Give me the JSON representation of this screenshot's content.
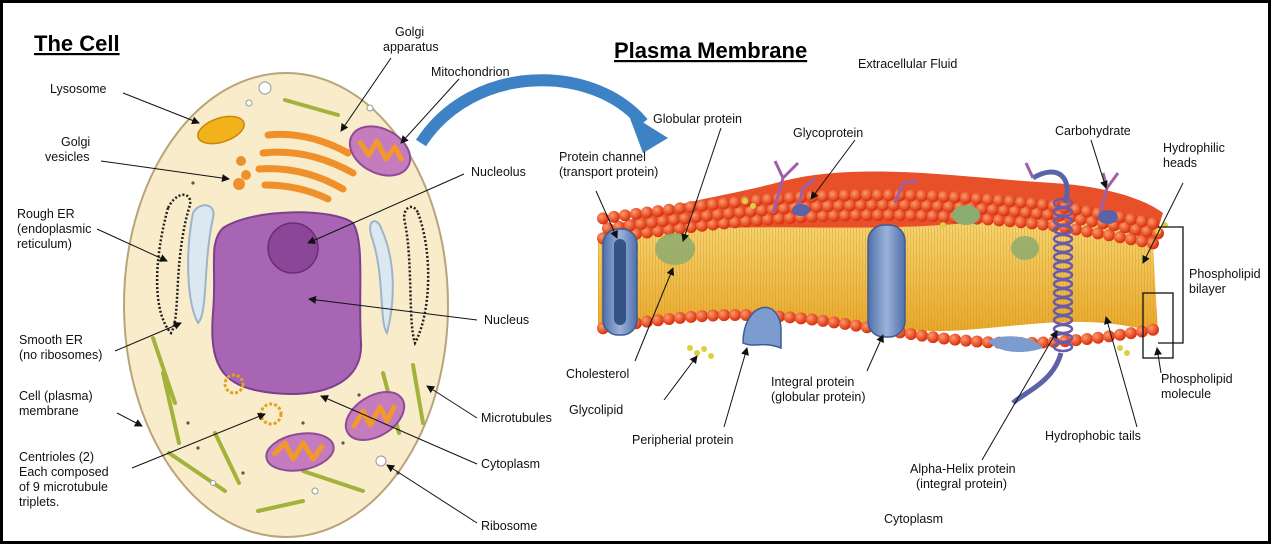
{
  "left_panel": {
    "title": "The Cell",
    "labels": {
      "golgi_apparatus": [
        "Golgi",
        "apparatus"
      ],
      "mitochondrion": "Mitochondrion",
      "lysosome": "Lysosome",
      "golgi_vesicles": [
        "Golgi",
        "vesicles"
      ],
      "nucleolus": "Nucleolus",
      "rough_er": [
        "Rough ER",
        "(endoplasmic",
        "reticulum)"
      ],
      "smooth_er": [
        "Smooth ER",
        "(no ribosomes)"
      ],
      "nucleus": "Nucleus",
      "cell_membrane": [
        "Cell (plasma)",
        "membrane"
      ],
      "microtubules": "Microtubules",
      "cytoplasm": "Cytoplasm",
      "centrioles": [
        "Centrioles (2)",
        "Each composed",
        "of 9 microtubule",
        "triplets."
      ],
      "ribosome": "Ribosome"
    }
  },
  "right_panel": {
    "title": "Plasma Membrane",
    "labels": {
      "extracellular_fluid": "Extracellular Fluid",
      "globular_protein": "Globular protein",
      "glycoprotein": "Glycoprotein",
      "carbohydrate": "Carbohydrate",
      "hydrophilic_heads": [
        "Hydrophilic",
        "heads"
      ],
      "protein_channel": [
        "Protein channel",
        "(transport protein)"
      ],
      "phospholipid_bilayer": [
        "Phospholipid",
        "bilayer"
      ],
      "cholesterol": "Cholesterol",
      "glycolipid": "Glycolipid",
      "integral_protein": [
        "Integral protein",
        "(globular protein)"
      ],
      "peripherial_protein": "Peripherial protein",
      "phospholipid_molecule": [
        "Phospholipid",
        "molecule"
      ],
      "hydrophobic_tails": "Hydrophobic tails",
      "alpha_helix": [
        "Alpha-Helix protein",
        "(integral protein)"
      ],
      "cytoplasm": "Cytoplasm"
    }
  },
  "colors": {
    "cell_fill": "#f8eccb",
    "nucleus": "#a765b3",
    "golgi": "#f0902a",
    "er": "#cfe0ec",
    "head": "#e8401c",
    "tail": "#f3c24a",
    "protein": "#6f8fc4",
    "arrow": "#3d82c4"
  }
}
